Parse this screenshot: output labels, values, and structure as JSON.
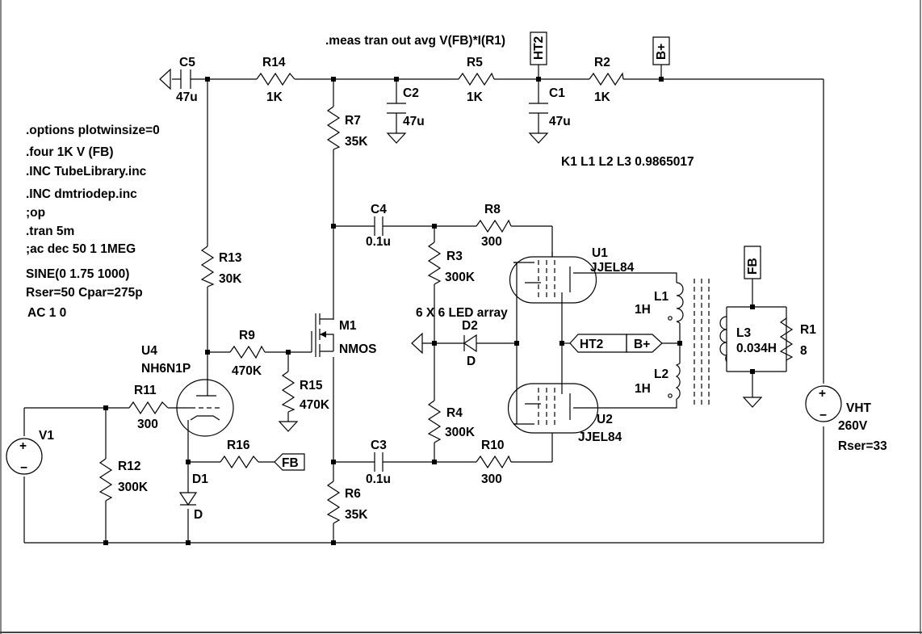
{
  "directives": {
    "meas": ".meas tran out avg V(FB)*I(R1)",
    "options": ".options plotwinsize=0",
    "four": ".four 1K V (FB)",
    "inc_tube": ".INC TubeLibrary.inc",
    "inc_dmt": ".INC dmtriodep.inc",
    "op": ";op",
    "tran": ".tran 5m",
    "ac": ";ac dec 50 1 1MEG",
    "coupling": "K1 L1 L2 L3 0.9865017",
    "led_note": "6 X 6 LED array"
  },
  "source_v1": {
    "name": "V1",
    "value_line1": "SINE(0 1.75 1000)",
    "value_line2": "Rser=50 Cpar=275p",
    "value_line3": "AC 1 0"
  },
  "source_vht": {
    "name": "VHT",
    "value": "260V",
    "rser": "Rser=33"
  },
  "resistors": {
    "R1": {
      "name": "R1",
      "value": "8"
    },
    "R2": {
      "name": "R2",
      "value": "1K"
    },
    "R3": {
      "name": "R3",
      "value": "300K"
    },
    "R4": {
      "name": "R4",
      "value": "300K"
    },
    "R5": {
      "name": "R5",
      "value": "1K"
    },
    "R6": {
      "name": "R6",
      "value": "35K"
    },
    "R7": {
      "name": "R7",
      "value": "35K"
    },
    "R8": {
      "name": "R8",
      "value": "300"
    },
    "R9": {
      "name": "R9",
      "value": "470K"
    },
    "R10": {
      "name": "R10",
      "value": "300"
    },
    "R11": {
      "name": "R11",
      "value": "300"
    },
    "R12": {
      "name": "R12",
      "value": "300K"
    },
    "R13": {
      "name": "R13",
      "value": "30K"
    },
    "R14": {
      "name": "R14",
      "value": "1K"
    },
    "R15": {
      "name": "R15",
      "value": "470K"
    },
    "R16": {
      "name": "R16",
      "value": ""
    }
  },
  "capacitors": {
    "C1": {
      "name": "C1",
      "value": "47u"
    },
    "C2": {
      "name": "C2",
      "value": "47u"
    },
    "C3": {
      "name": "C3",
      "value": "0.1u"
    },
    "C4": {
      "name": "C4",
      "value": "0.1u"
    },
    "C5": {
      "name": "C5",
      "value": "47u"
    }
  },
  "inductors": {
    "L1": {
      "name": "L1",
      "value": "1H"
    },
    "L2": {
      "name": "L2",
      "value": "1H"
    },
    "L3": {
      "name": "L3",
      "value": "0.034H"
    }
  },
  "diodes": {
    "D1": {
      "name": "D1",
      "model": "D"
    },
    "D2": {
      "name": "D2",
      "model": "D"
    }
  },
  "tubes": {
    "U1": {
      "name": "U1",
      "model": "JJEL84"
    },
    "U2": {
      "name": "U2",
      "model": "JJEL84"
    },
    "U4": {
      "name": "U4",
      "model": "NH6N1P"
    }
  },
  "mosfet": {
    "name": "M1",
    "model": "NMOS"
  },
  "net_labels": {
    "ht2": "HT2",
    "bplus": "B+",
    "fb": "FB"
  }
}
